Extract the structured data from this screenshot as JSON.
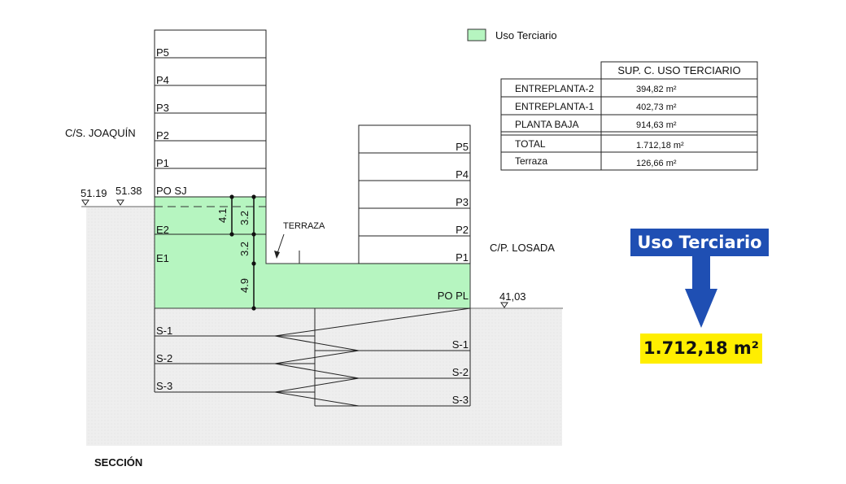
{
  "legend": {
    "label": "Uso Terciario",
    "color": "#b6f5c0"
  },
  "table": {
    "header": "SUP. C. USO TERCIARIO",
    "rows": [
      {
        "label": "ENTREPLANTA-2",
        "value": "394,82 m²"
      },
      {
        "label": "ENTREPLANTA-1",
        "value": "402,73 m²"
      },
      {
        "label": "PLANTA BAJA",
        "value": "914,63 m²"
      },
      {
        "label": "TOTAL",
        "value": "1.712,18 m²"
      },
      {
        "label": "Terraza",
        "value": "126,66 m²"
      }
    ]
  },
  "street_left": "C/S. JOAQUÍN",
  "street_right": "C/P. LOSADA",
  "levels": {
    "left_1": "51.19",
    "left_2": "51.38",
    "right": "41,03"
  },
  "left_floors": [
    "P5",
    "P4",
    "P3",
    "P2",
    "P1",
    "PO SJ",
    "E2",
    "E1"
  ],
  "right_floors": [
    "P5",
    "P4",
    "P3",
    "P2",
    "P1",
    "PO PL"
  ],
  "left_basements": [
    "S-1",
    "S-2",
    "S-3"
  ],
  "right_basements": [
    "S-1",
    "S-2",
    "S-3"
  ],
  "dimensions": {
    "d1": "4.1",
    "d2": "3.2",
    "d3": "3.2",
    "d4": "4.9"
  },
  "terraza_label": "TERRAZA",
  "section_label": "SECCIÓN",
  "callout": {
    "title": "Uso Terciario",
    "value": "1.712,18 m²",
    "title_color": "#1f4fb3",
    "value_color": "#ffee00",
    "arrow_color": "#1f4fb3"
  }
}
